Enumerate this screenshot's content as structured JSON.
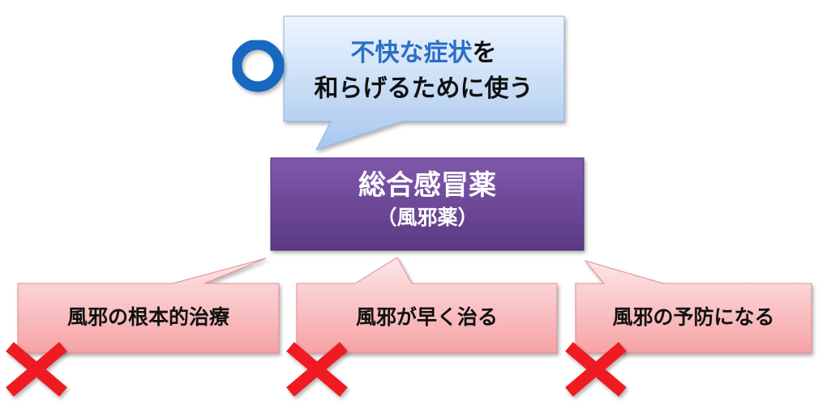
{
  "top_callout": {
    "highlight": "不快な症状",
    "suffix": "を",
    "line2": "和らげるために使う",
    "mark": "circle"
  },
  "center_box": {
    "title": "総合感冒薬",
    "subtitle": "（風邪薬）"
  },
  "bubbles": [
    {
      "text": "風邪の根本的治療",
      "mark": "cross"
    },
    {
      "text": "風邪が早く治る",
      "mark": "cross"
    },
    {
      "text": "風邪の予防になる",
      "mark": "cross"
    }
  ],
  "colors": {
    "callout_top": "#eaf3ff",
    "callout_bottom": "#a9c9ef",
    "circle": "#1668c0",
    "box_top": "#7d57a8",
    "box_bottom": "#5e3b86",
    "bubble_top": "#fde1e2",
    "bubble_bottom": "#f7a1a3",
    "cross": "#ee1d23"
  }
}
